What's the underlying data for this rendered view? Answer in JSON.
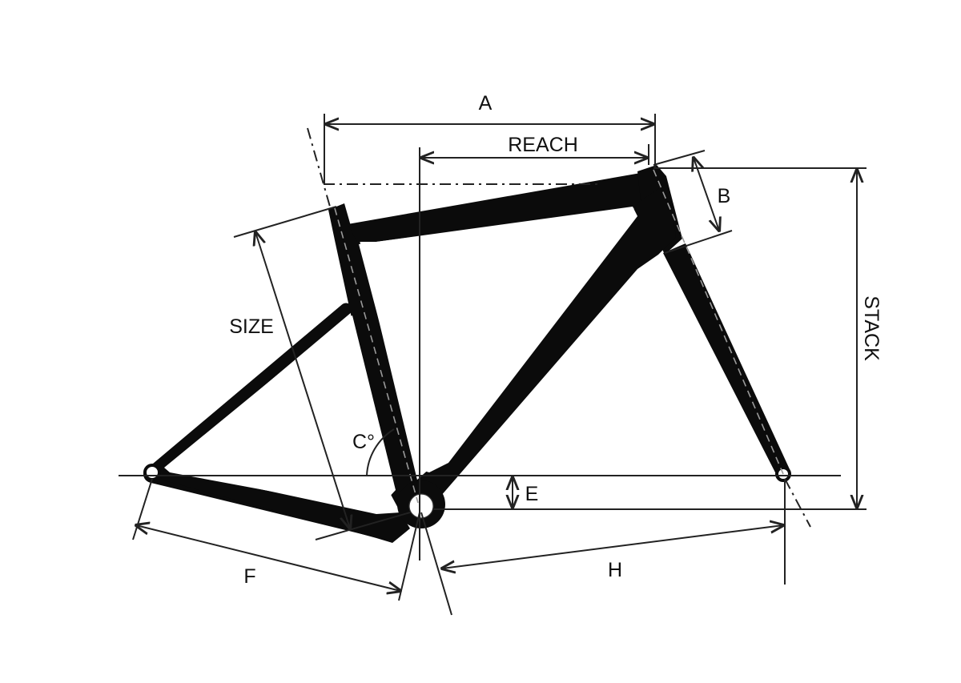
{
  "labels": {
    "a": "A",
    "reach": "REACH",
    "b": "B",
    "stack": "STACK",
    "size": "SIZE",
    "c": "C°",
    "e": "E",
    "f": "F",
    "h": "H"
  },
  "colors": {
    "frame": "#0b0b0b",
    "lines": "#222222",
    "background": "#ffffff"
  }
}
